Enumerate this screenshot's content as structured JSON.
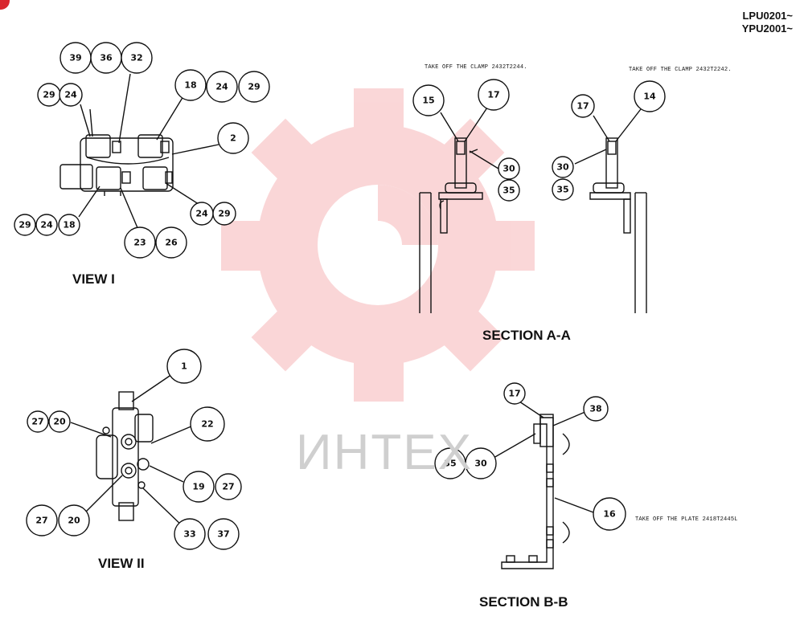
{
  "serials": [
    "LPU0201~",
    "YPU2001~"
  ],
  "titles": {
    "view1": "VIEW I",
    "view2": "VIEW II",
    "section_aa": "SECTION A-A",
    "section_bb": "SECTION B-B"
  },
  "notes": {
    "clamp_left": "TAKE OFF THE CLAMP 2432T2244.",
    "clamp_right": "TAKE OFF THE CLAMP 2432T2242.",
    "plate": "TAKE OFF THE PLATE 2418T2445L"
  },
  "watermark": "ИНТЕХ",
  "callouts": {
    "v1_39": "39",
    "v1_36": "36",
    "v1_32": "32",
    "v1_29a": "29",
    "v1_24a": "24",
    "v1_18a": "18",
    "v1_24b": "24",
    "v1_29b": "29",
    "v1_2": "2",
    "v1_24c": "24",
    "v1_29c": "29",
    "v1_29d": "29",
    "v1_24d": "24",
    "v1_18b": "18",
    "v1_23": "23",
    "v1_26": "26",
    "aa_15": "15",
    "aa_17a": "17",
    "aa_30a": "30",
    "aa_35a": "35",
    "aa_17b": "17",
    "aa_14": "14",
    "aa_30b": "30",
    "aa_35b": "35",
    "v2_1": "1",
    "v2_27a": "27",
    "v2_20a": "20",
    "v2_22": "22",
    "v2_19": "19",
    "v2_27b": "27",
    "v2_27c": "27",
    "v2_20b": "20",
    "v2_33": "33",
    "v2_37": "37",
    "bb_17": "17",
    "bb_38": "38",
    "bb_35": "35",
    "bb_30": "30",
    "bb_16": "16"
  }
}
